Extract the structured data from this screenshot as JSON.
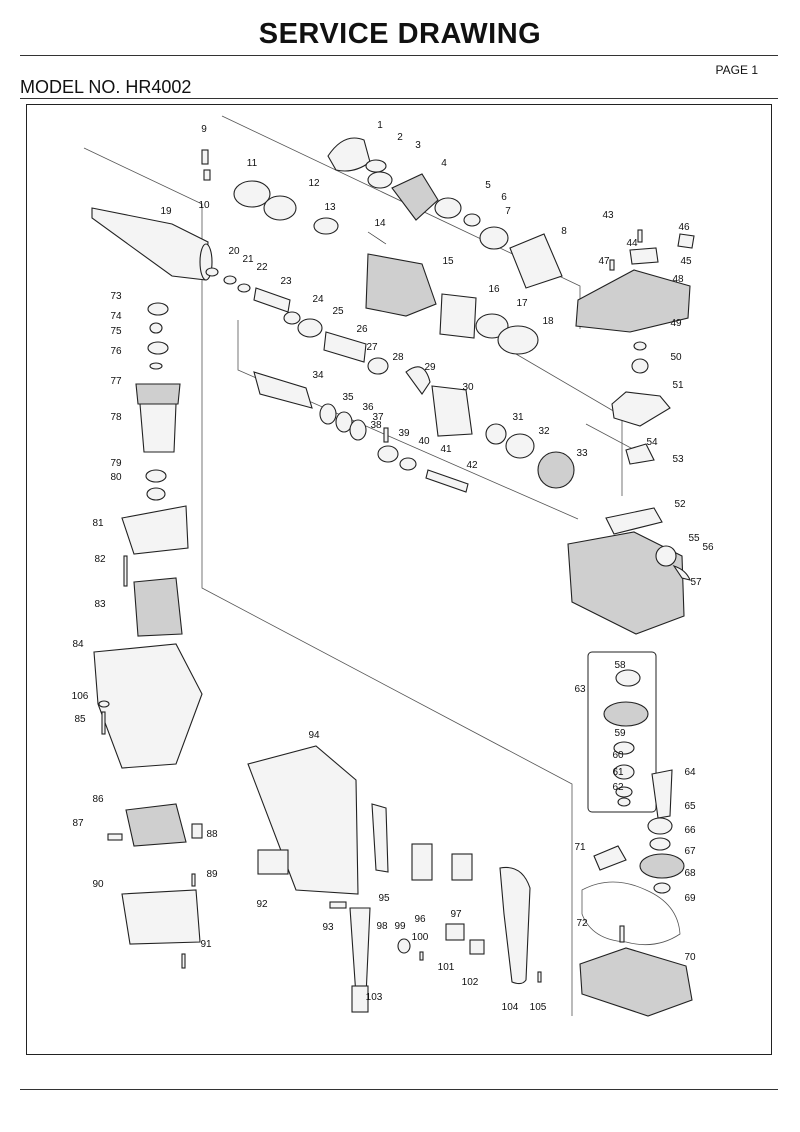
{
  "header": {
    "title": "SERVICE DRAWING",
    "page": "PAGE 1",
    "model": "MODEL NO. HR4002"
  },
  "callouts": [
    "1",
    "2",
    "3",
    "4",
    "5",
    "6",
    "7",
    "8",
    "9",
    "10",
    "11",
    "12",
    "13",
    "14",
    "15",
    "16",
    "17",
    "18",
    "19",
    "20",
    "21",
    "22",
    "23",
    "24",
    "25",
    "26",
    "27",
    "28",
    "29",
    "30",
    "31",
    "32",
    "33",
    "34",
    "35",
    "36",
    "37",
    "38",
    "39",
    "40",
    "41",
    "42",
    "43",
    "44",
    "45",
    "46",
    "47",
    "48",
    "49",
    "50",
    "51",
    "52",
    "53",
    "54",
    "55",
    "56",
    "57",
    "58",
    "59",
    "60",
    "61",
    "62",
    "63",
    "64",
    "65",
    "66",
    "67",
    "68",
    "69",
    "70",
    "71",
    "72",
    "73",
    "74",
    "75",
    "76",
    "77",
    "78",
    "79",
    "80",
    "81",
    "82",
    "83",
    "84",
    "85",
    "86",
    "87",
    "88",
    "89",
    "90",
    "91",
    "92",
    "93",
    "94",
    "95",
    "96",
    "97",
    "98",
    "99",
    "100",
    "101",
    "102",
    "103",
    "104",
    "105",
    "106"
  ]
}
